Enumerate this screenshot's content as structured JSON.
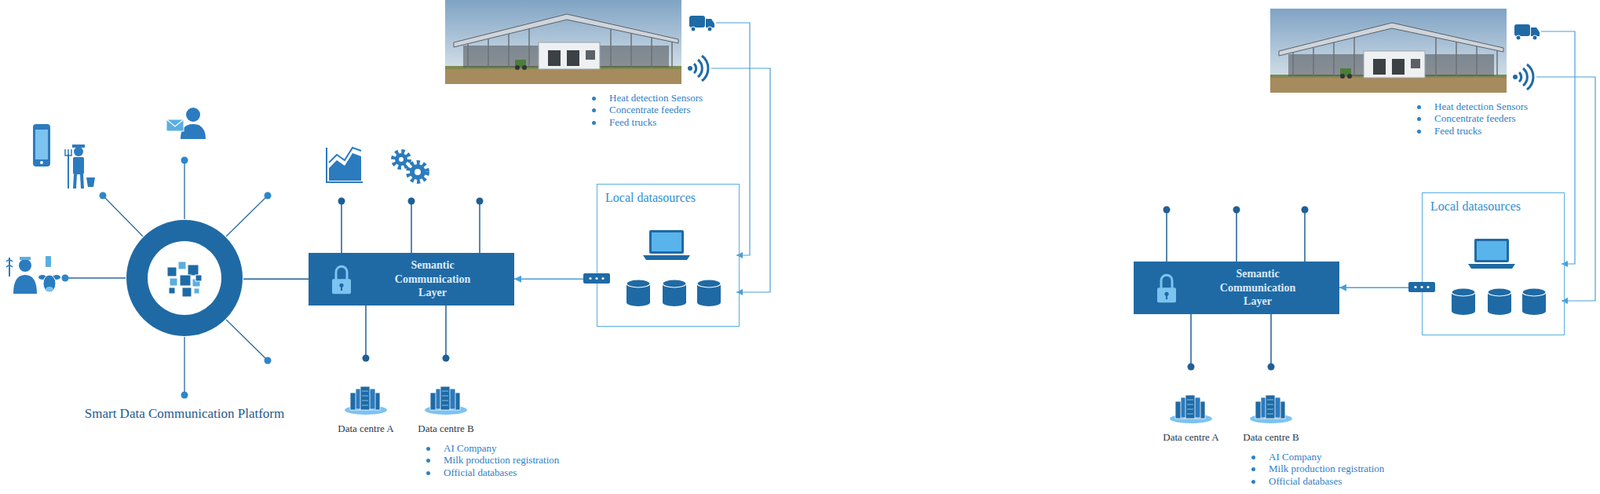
{
  "diagram": {
    "nodes": [
      {
        "text": [
          "Smart Data Communication Platform"
        ]
      },
      {
        "text": [
          "Semantic Communication Layer"
        ]
      },
      {
        "text": [
          "Data centre A"
        ]
      },
      {
        "text": [
          "Data centre B"
        ]
      },
      {
        "text": [
          "Local datasources"
        ]
      },
      {
        "text": [
          "Semantic Communication Layer"
        ]
      },
      {
        "text": [
          "Data centre A"
        ]
      },
      {
        "text": [
          "Data centre B"
        ]
      },
      {
        "text": [
          "Local datasources"
        ]
      }
    ],
    "edges": [
      {
        "from": 0,
        "to": 1,
        "arrow": "none"
      },
      {
        "from": 4,
        "to": 1,
        "arrow": "to"
      },
      {
        "from": 1,
        "to": 2,
        "arrow": "none"
      },
      {
        "from": 1,
        "to": 3,
        "arrow": "none"
      },
      {
        "from": 8,
        "to": 5,
        "arrow": "to"
      },
      {
        "from": 5,
        "to": 6,
        "arrow": "none"
      },
      {
        "from": 5,
        "to": 7,
        "arrow": "none"
      }
    ],
    "labels": [
      "Heat detection Sensors",
      "Concentrate feeders",
      "Feed trucks",
      "AI Company",
      "Milk production registration",
      "Official databases",
      "Heat detection Sensors",
      "Concentrate feeders",
      "Feed trucks",
      "AI Company",
      "Milk production registration",
      "Official databases"
    ]
  }
}
